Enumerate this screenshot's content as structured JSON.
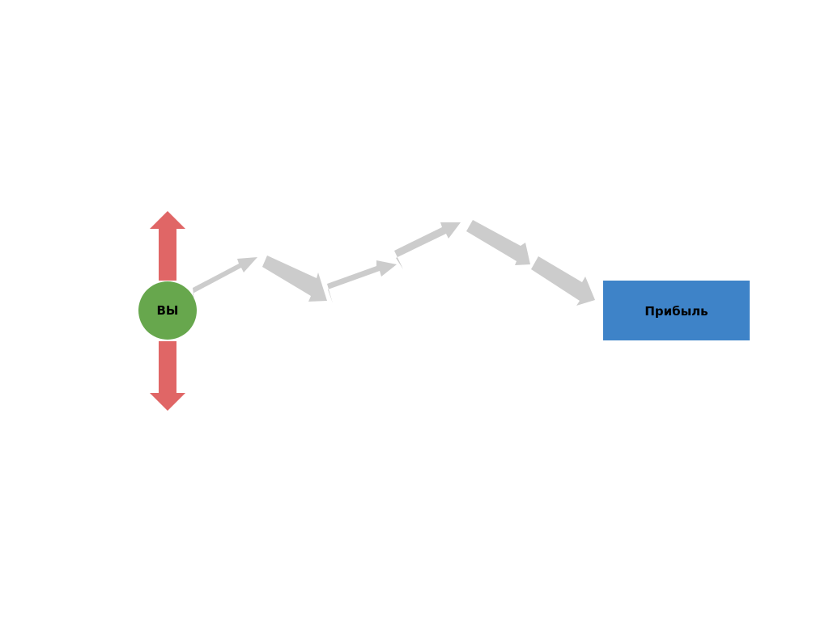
{
  "diagram": {
    "start_node": {
      "label": "ВЫ",
      "color": "#67a74d"
    },
    "end_node": {
      "label": "Прибыль",
      "color": "#3e83c8"
    },
    "vertical_arrow_color": "#e06666",
    "path_arrow_color": "#cccccc",
    "vertical_arrows": [
      "up",
      "down"
    ],
    "path_arrow_count": 6
  }
}
